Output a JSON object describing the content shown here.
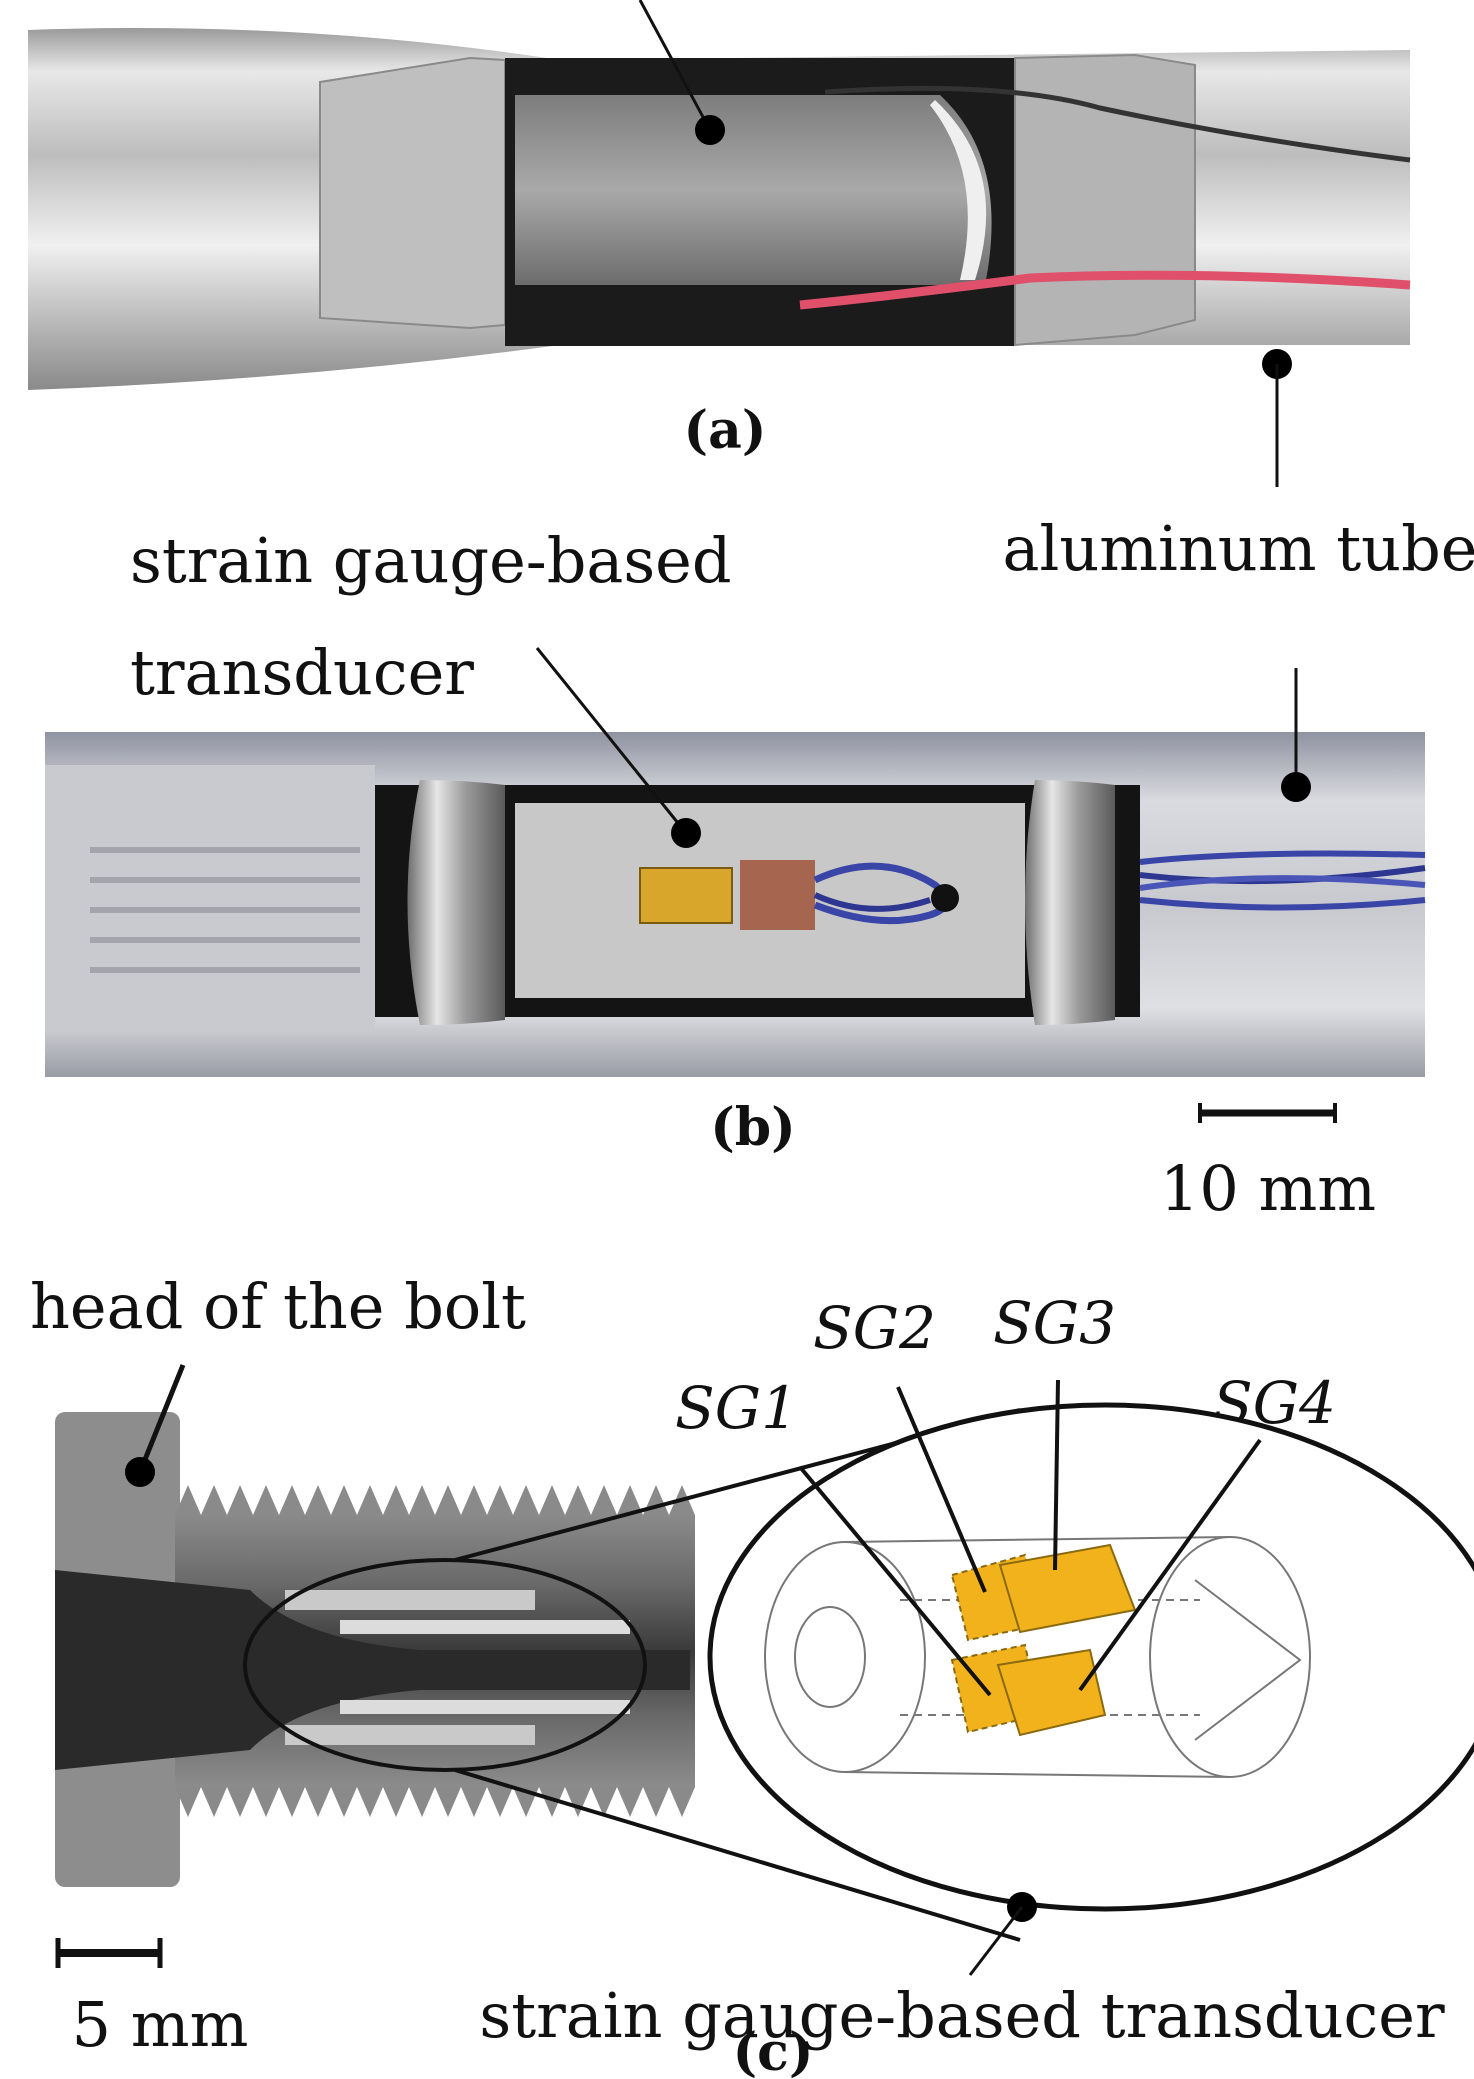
{
  "panels": {
    "a": {
      "caption": "(a)"
    },
    "b": {
      "caption": "(b)",
      "scale_bar_label": "10 mm"
    },
    "c": {
      "caption": "(c)",
      "scale_bar_label": "5 mm"
    }
  },
  "labels": {
    "aluminum_tube": "aluminum tube",
    "transducer_b_line1": "strain gauge-based",
    "transducer_b_line2": "transducer",
    "head_of_bolt": "head of the bolt",
    "transducer_c": "strain gauge-based transducer",
    "sg1": "SG1",
    "sg2": "SG2",
    "sg3": "SG3",
    "sg4": "SG4"
  },
  "colors": {
    "gauge_fill": "#f2b21c",
    "wire_red": "#e0506a",
    "wire_blue": "#3a45a8",
    "metal_light": "#d6d6d6",
    "metal_dark": "#2a2a2a"
  }
}
